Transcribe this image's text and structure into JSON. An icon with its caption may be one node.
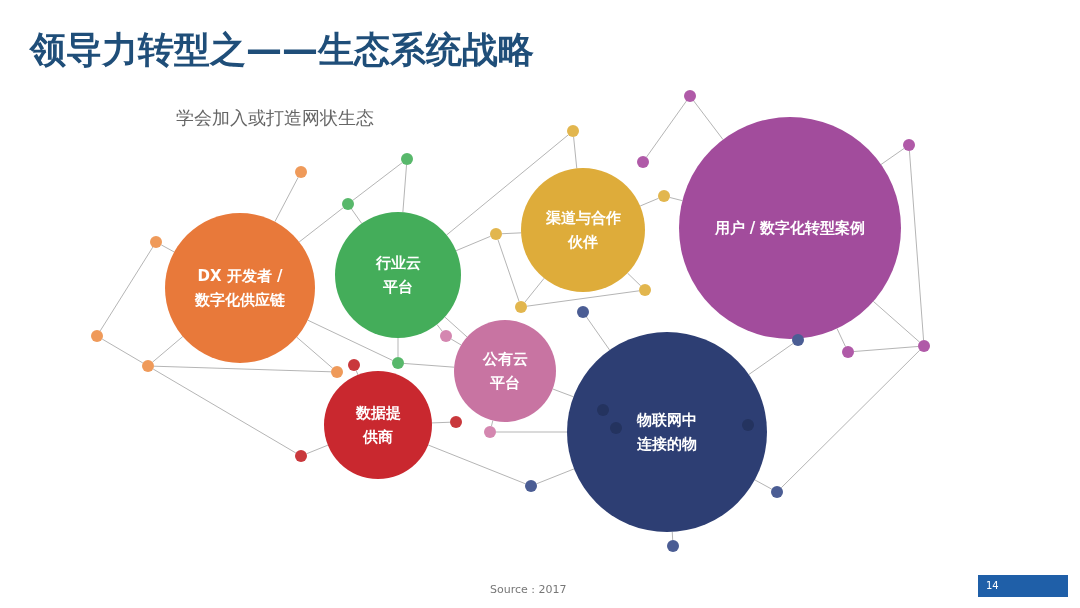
{
  "diagram": {
    "title": "领导力转型之——生态系统战略",
    "nodes": [
      {
        "text": [
          "DX 开发者 / 数字化供应链"
        ]
      },
      {
        "text": [
          "行业云平台"
        ]
      },
      {
        "text": [
          "渠道与合作伙伴"
        ]
      },
      {
        "text": [
          "用户 / 数字化转型案例"
        ]
      },
      {
        "text": [
          "公有云平台"
        ]
      },
      {
        "text": [
          "数据提供商"
        ]
      },
      {
        "text": [
          "物联网中连接的物"
        ]
      },
      {
        "text": [],
        "shape": "circle"
      },
      {
        "text": [],
        "shape": "circle"
      },
      {
        "text": [],
        "shape": "circle"
      },
      {
        "text": [],
        "shape": "circle"
      },
      {
        "text": [],
        "shape": "circle"
      },
      {
        "text": [],
        "shape": "circle"
      },
      {
        "text": [],
        "shape": "circle"
      },
      {
        "text": [],
        "shape": "circle"
      },
      {
        "text": [],
        "shape": "circle"
      },
      {
        "text": [],
        "shape": "circle"
      },
      {
        "text": [],
        "shape": "circle"
      },
      {
        "text": [],
        "shape": "circle"
      },
      {
        "text": [],
        "shape": "circle"
      },
      {
        "text": [],
        "shape": "circle"
      },
      {
        "text": [],
        "shape": "circle"
      },
      {
        "text": [],
        "shape": "circle"
      },
      {
        "text": [],
        "shape": "circle"
      },
      {
        "text": [],
        "shape": "circle"
      },
      {
        "text": [],
        "shape": "circle"
      },
      {
        "text": [],
        "shape": "circle"
      },
      {
        "text": [],
        "shape": "circle"
      },
      {
        "text": [],
        "shape": "circle"
      },
      {
        "text": [],
        "shape": "circle"
      },
      {
        "text": [],
        "shape": "circle"
      },
      {
        "text": [],
        "shape": "circle"
      },
      {
        "text": [],
        "shape": "circle"
      },
      {
        "text": [],
        "shape": "circle"
      },
      {
        "text": [],
        "shape": "circle"
      },
      {
        "text": [],
        "shape": "circle",
        "in": 6
      },
      {
        "text": [],
        "shape": "circle",
        "in": 6
      },
      {
        "text": [],
        "shape": "circle",
        "in": 6
      }
    ],
    "edges": [
      {
        "from": 7,
        "to": 0,
        "arrow": "none"
      },
      {
        "from": 8,
        "to": 9,
        "arrow": "none"
      },
      {
        "from": 8,
        "to": 0,
        "arrow": "none"
      },
      {
        "from": 9,
        "to": 10,
        "arrow": "none"
      },
      {
        "from": 10,
        "to": 11,
        "arrow": "none"
      },
      {
        "from": 10,
        "to": 0,
        "arrow": "none"
      },
      {
        "from": 10,
        "to": 17,
        "arrow": "none"
      },
      {
        "from": 11,
        "to": 0,
        "arrow": "none"
      },
      {
        "from": 0,
        "to": 13,
        "arrow": "none"
      },
      {
        "from": 0,
        "to": 14,
        "arrow": "none"
      },
      {
        "from": 17,
        "to": 5,
        "arrow": "none"
      },
      {
        "from": 15,
        "to": 5,
        "arrow": "none"
      },
      {
        "from": 5,
        "to": 16,
        "arrow": "none"
      },
      {
        "from": 12,
        "to": 13,
        "arrow": "none"
      },
      {
        "from": 12,
        "to": 1,
        "arrow": "none"
      },
      {
        "from": 13,
        "to": 1,
        "arrow": "none"
      },
      {
        "from": 14,
        "to": 1,
        "arrow": "none"
      },
      {
        "from": 14,
        "to": 4,
        "arrow": "none"
      },
      {
        "from": 1,
        "to": 21,
        "arrow": "none"
      },
      {
        "from": 1,
        "to": 20,
        "arrow": "none"
      },
      {
        "from": 1,
        "to": 4,
        "arrow": "none"
      },
      {
        "from": 1,
        "to": 18,
        "arrow": "none"
      },
      {
        "from": 18,
        "to": 4,
        "arrow": "none"
      },
      {
        "from": 4,
        "to": 19,
        "arrow": "none"
      },
      {
        "from": 19,
        "to": 6,
        "arrow": "none"
      },
      {
        "from": 4,
        "to": 6,
        "arrow": "none"
      },
      {
        "from": 20,
        "to": 2,
        "arrow": "none"
      },
      {
        "from": 21,
        "to": 23,
        "arrow": "none"
      },
      {
        "from": 21,
        "to": 2,
        "arrow": "none"
      },
      {
        "from": 23,
        "to": 24,
        "arrow": "none"
      },
      {
        "from": 23,
        "to": 2,
        "arrow": "none"
      },
      {
        "from": 24,
        "to": 2,
        "arrow": "none"
      },
      {
        "from": 22,
        "to": 3,
        "arrow": "none"
      },
      {
        "from": 22,
        "to": 2,
        "arrow": "none"
      },
      {
        "from": 25,
        "to": 26,
        "arrow": "none"
      },
      {
        "from": 25,
        "to": 3,
        "arrow": "none"
      },
      {
        "from": 27,
        "to": 3,
        "arrow": "none"
      },
      {
        "from": 27,
        "to": 28,
        "arrow": "none"
      },
      {
        "from": 28,
        "to": 3,
        "arrow": "none"
      },
      {
        "from": 28,
        "to": 29,
        "arrow": "none"
      },
      {
        "from": 29,
        "to": 3,
        "arrow": "none"
      },
      {
        "from": 30,
        "to": 6,
        "arrow": "none"
      },
      {
        "from": 31,
        "to": 6,
        "arrow": "none"
      },
      {
        "from": 32,
        "to": 6,
        "arrow": "none"
      },
      {
        "from": 33,
        "to": 6,
        "arrow": "none"
      },
      {
        "from": 33,
        "to": 28,
        "arrow": "none"
      },
      {
        "from": 34,
        "to": 6,
        "arrow": "none"
      },
      {
        "from": 5,
        "to": 32,
        "arrow": "none"
      }
    ],
    "labels": [
      "学会加入或打造网状生态",
      "Source : 2017",
      "14"
    ]
  }
}
